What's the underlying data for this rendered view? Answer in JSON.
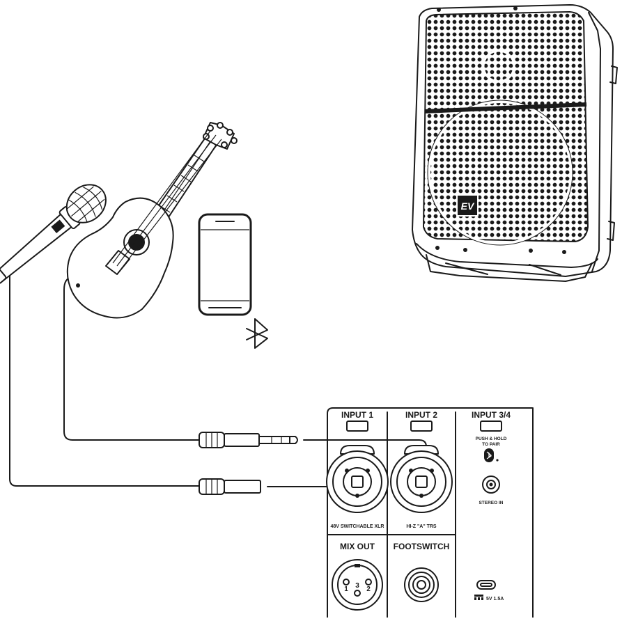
{
  "panel": {
    "input1": {
      "label": "INPUT 1",
      "caption": "48V SWITCHABLE XLR"
    },
    "input2": {
      "label": "INPUT 2",
      "caption": "HI-Z \"A\" TRS"
    },
    "input34": {
      "label": "INPUT 3/4",
      "pair_line1": "PUSH & HOLD",
      "pair_line2": "TO PAIR",
      "stereo_caption": "STEREO IN"
    },
    "mix_out": {
      "label": "MIX OUT",
      "pin1": "1",
      "pin2": "2",
      "pin3": "3"
    },
    "footswitch": {
      "label": "FOOTSWITCH"
    },
    "usb": {
      "caption": "5V 1.5A"
    }
  },
  "speaker": {
    "logo_text": "EV"
  },
  "icons": [
    "microphone-icon",
    "guitar-icon",
    "smartphone-icon",
    "bluetooth-icon",
    "speaker-icon"
  ]
}
